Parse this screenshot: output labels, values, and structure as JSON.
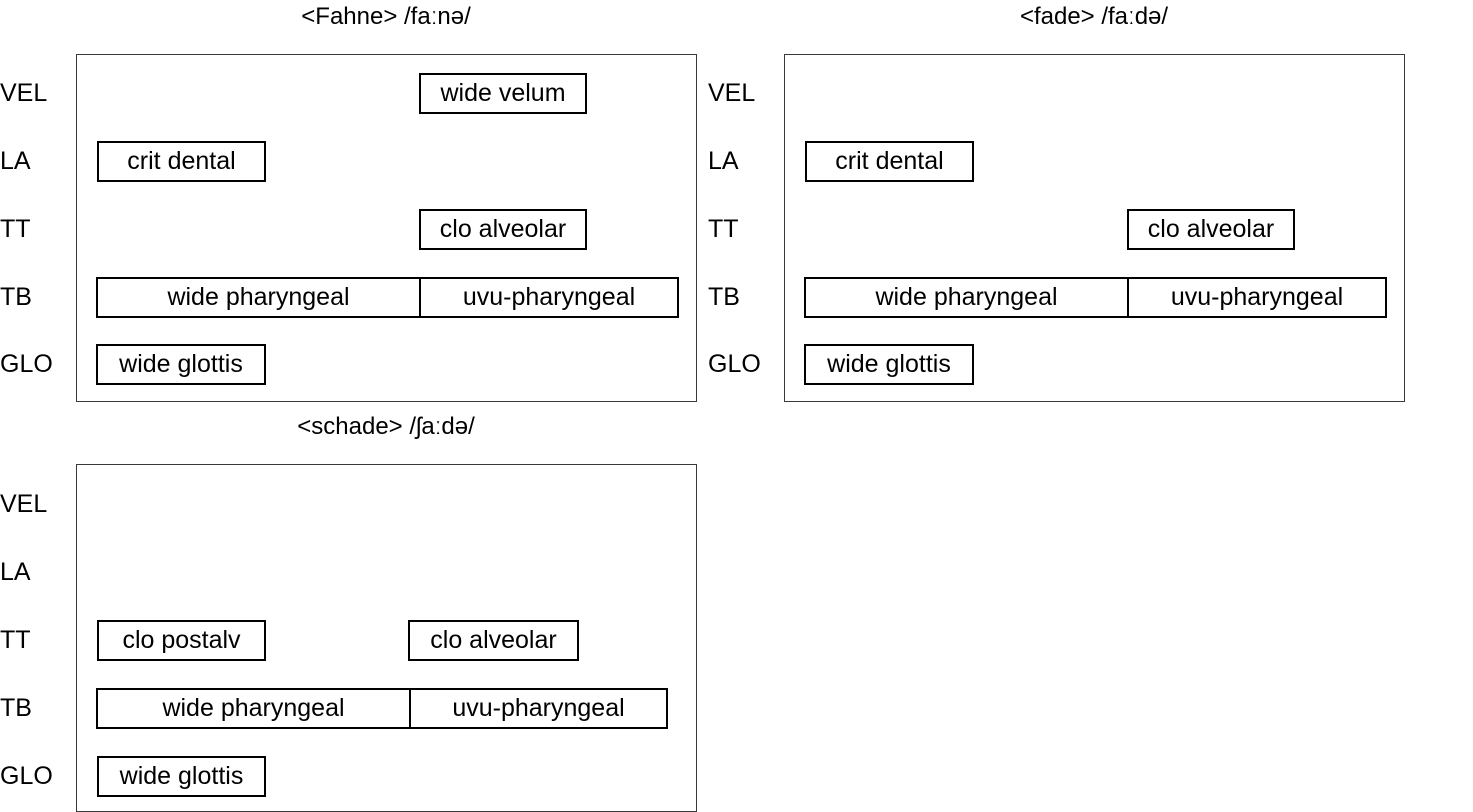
{
  "panels": [
    {
      "title": "<Fahne> /faːnə/",
      "tiers": [
        "VEL",
        "LA",
        "TT",
        "TB",
        "GLO"
      ],
      "gestures": [
        {
          "tier": "VEL",
          "label": "wide velum"
        },
        {
          "tier": "LA",
          "label": "crit dental"
        },
        {
          "tier": "TT",
          "label": "clo alveolar"
        },
        {
          "tier": "TB",
          "label": "wide pharyngeal"
        },
        {
          "tier": "TB",
          "label": "uvu-pharyngeal"
        },
        {
          "tier": "GLO",
          "label": "wide glottis"
        }
      ]
    },
    {
      "title": "<fade> /faːdə/",
      "tiers": [
        "VEL",
        "LA",
        "TT",
        "TB",
        "GLO"
      ],
      "gestures": [
        {
          "tier": "LA",
          "label": "crit dental"
        },
        {
          "tier": "TT",
          "label": "clo alveolar"
        },
        {
          "tier": "TB",
          "label": "wide pharyngeal"
        },
        {
          "tier": "TB",
          "label": "uvu-pharyngeal"
        },
        {
          "tier": "GLO",
          "label": "wide glottis"
        }
      ]
    },
    {
      "title": "<schade> /ʃaːdə/",
      "tiers": [
        "VEL",
        "LA",
        "TT",
        "TB",
        "GLO"
      ],
      "gestures": [
        {
          "tier": "TT",
          "label": "clo postalv"
        },
        {
          "tier": "TT",
          "label": "clo alveolar"
        },
        {
          "tier": "TB",
          "label": "wide pharyngeal"
        },
        {
          "tier": "TB",
          "label": "uvu-pharyngeal"
        },
        {
          "tier": "GLO",
          "label": "wide glottis"
        }
      ]
    }
  ]
}
